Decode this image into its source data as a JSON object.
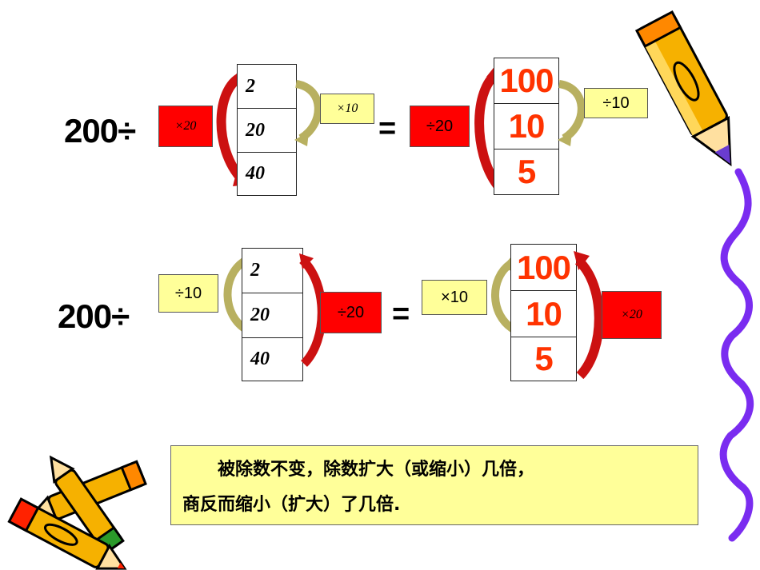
{
  "row1": {
    "dividend": "200÷",
    "left_op": "×20",
    "right_op": "×10",
    "divisors": [
      "2",
      "20",
      "40"
    ],
    "equals": "=",
    "quotient_op_left": "÷20",
    "quotient_op_right": "÷10",
    "quotients": [
      "100",
      "10",
      "5"
    ]
  },
  "row2": {
    "dividend": "200÷",
    "left_op": "÷10",
    "right_op": "÷20",
    "divisors": [
      "2",
      "20",
      "40"
    ],
    "equals": "=",
    "quotient_op_left": "×10",
    "quotient_op_right": "×20",
    "quotients": [
      "100",
      "10",
      "5"
    ]
  },
  "conclusion": {
    "line1": "　　被除数不变，除数扩大（或缩小）几倍，",
    "line2": "商反而缩小（扩大）了几倍."
  },
  "colors": {
    "red_box": "#ff0000",
    "yellow_box": "#ffff99",
    "quotient_text": "#ff3300",
    "red_arrow": "#cc1111",
    "olive_arrow": "#b8b060",
    "wavy_line": "#7a2cf0"
  },
  "icons": [
    "pencil-icon",
    "crayon-icon",
    "curved-arrow-icon",
    "wavy-border-icon"
  ]
}
